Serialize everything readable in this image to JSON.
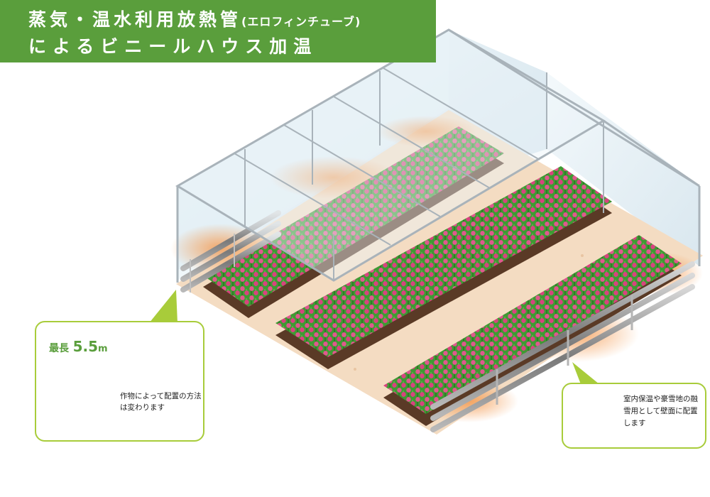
{
  "title": {
    "line1_main": "蒸気・温水利用放熱管",
    "line1_paren": "(エロフィンチューブ)",
    "line2": "によるビニールハウス加温"
  },
  "callout_left": {
    "max_label": "最長",
    "max_value": "5.5",
    "max_unit": "m",
    "note": "作物によって配置の方法は変わります"
  },
  "callout_right": {
    "note": "室内保温や豪雪地の融雪用として壁面に配置します"
  },
  "colors": {
    "banner": "#5a9e3c",
    "callout_border": "#a8cc3a",
    "soil": "#5a3a26",
    "floor": "#f4dcc2",
    "tulip": "#e0588e",
    "leaf": "#3f9a33",
    "glass": "#dcebf3",
    "heat": "#f4a05c"
  },
  "icons": [
    "greenhouse-illustration",
    "finned-tube-icon",
    "double-arrow-icon",
    "wall-pipe-icon"
  ]
}
